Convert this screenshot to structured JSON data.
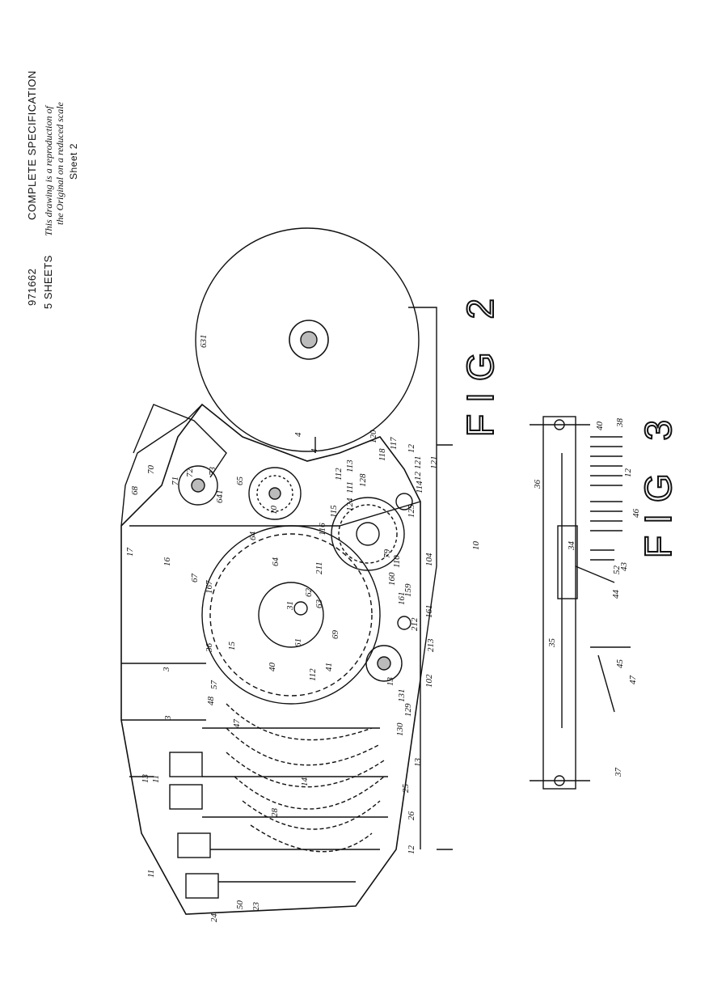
{
  "header": {
    "patent_number": "971662",
    "sheets": "5 SHEETS",
    "title": "COMPLETE SPECIFICATION",
    "note_line1": "This drawing is a reproduction of",
    "note_line2": "the Original on a reduced scale",
    "sheet": "Sheet 2"
  },
  "figures": {
    "fig2": "FIG 2",
    "fig3": "FIG 3"
  },
  "labels_fig2": [
    "631",
    "65",
    "64",
    "641",
    "73",
    "72",
    "71",
    "70",
    "68",
    "17",
    "16",
    "67",
    "167",
    "15",
    "31",
    "62",
    "63",
    "64",
    "61",
    "211",
    "69",
    "112",
    "121",
    "41",
    "40",
    "13",
    "131",
    "129",
    "130",
    "36",
    "57",
    "48",
    "47",
    "3",
    "3",
    "11",
    "11",
    "13",
    "13",
    "14",
    "25",
    "26",
    "12",
    "12",
    "28",
    "23",
    "24",
    "50",
    "102",
    "213",
    "161",
    "212",
    "161",
    "159",
    "160",
    "110",
    "125",
    "114",
    "104",
    "10",
    "115",
    "116",
    "111",
    "113",
    "112",
    "120",
    "118",
    "117",
    "121",
    "4",
    "4",
    "12",
    "124",
    "128",
    "79",
    "10"
  ],
  "labels_fig3": [
    "36",
    "40",
    "38",
    "12",
    "46",
    "34",
    "35",
    "44",
    "52",
    "43",
    "45",
    "47",
    "37"
  ]
}
